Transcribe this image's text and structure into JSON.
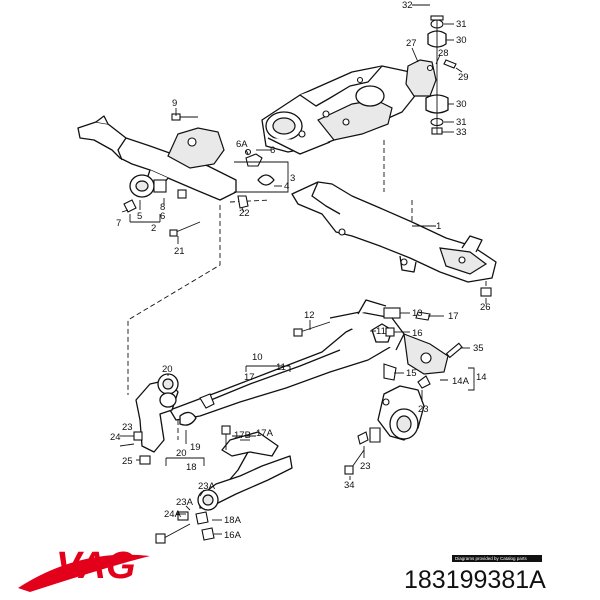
{
  "brand": {
    "logo_text": "VAG",
    "color": "#e3001b"
  },
  "part_number": "183199381A",
  "watermark_note": "Diagrams provided by Catalog parts",
  "callouts": {
    "c1": "1",
    "c2": "2",
    "c3": "3",
    "c4": "4",
    "c5": "5",
    "c6": "6",
    "c6a": "6A",
    "c7": "7",
    "c8": "8",
    "c9": "9",
    "c10": "10",
    "c11a": "11",
    "c11b": "11",
    "c12": "12",
    "c13": "13",
    "c14": "14",
    "c14a": "14A",
    "c15": "15",
    "c16": "16",
    "c16a": "16A",
    "c17a": "17",
    "c17b": "17",
    "c17A": "17A",
    "c17B": "17B",
    "c18": "18",
    "c18a": "18A",
    "c19": "19",
    "c20a": "20",
    "c20b": "20",
    "c21": "21",
    "c22": "22",
    "c23a": "23",
    "c23b": "23",
    "c23c": "23",
    "c23A": "23A",
    "c23A2": "23A",
    "c24": "24",
    "c24a": "24A",
    "c25": "25",
    "c26": "26",
    "c27": "27",
    "c28": "28",
    "c29": "29",
    "c30a": "30",
    "c30b": "30",
    "c31a": "31",
    "c31b": "31",
    "c32": "32",
    "c33": "33",
    "c34": "34",
    "c35": "35"
  }
}
